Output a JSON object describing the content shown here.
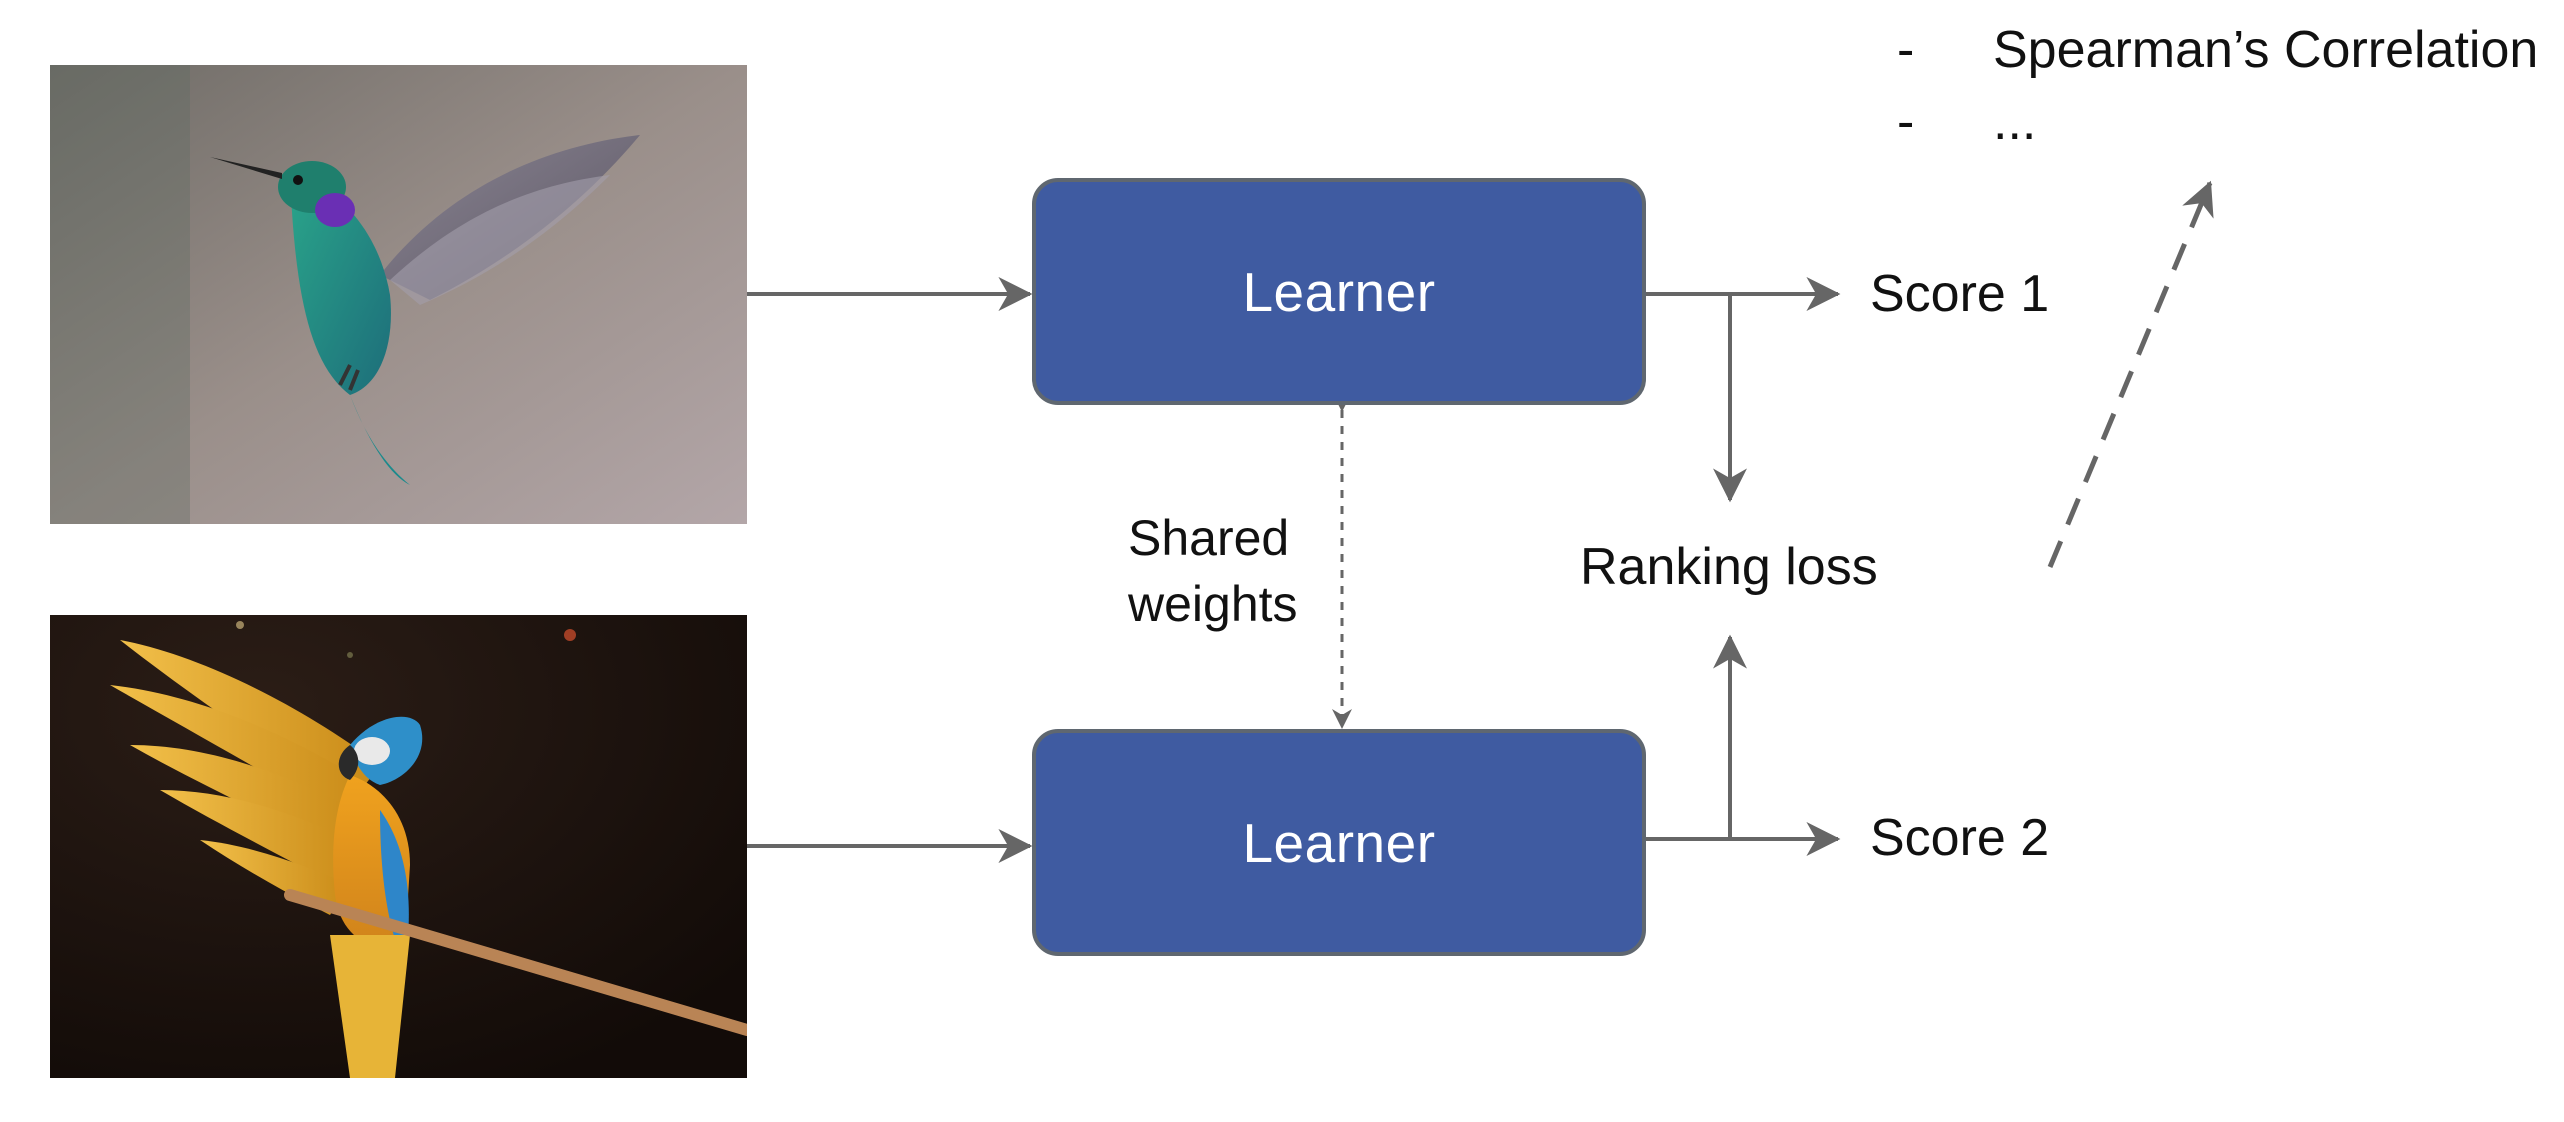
{
  "images": {
    "top": {
      "subject": "hummingbird"
    },
    "bottom": {
      "subject": "macaw parrot"
    }
  },
  "learners": {
    "top_label": "Learner",
    "bottom_label": "Learner"
  },
  "shared_weights": {
    "line1": "Shared",
    "line2": "weights"
  },
  "scores": {
    "score1": "Score 1",
    "score2": "Score 2"
  },
  "ranking_loss": "Ranking loss",
  "metrics": {
    "items": [
      {
        "bullet": "-",
        "text": "Spearman’s Correlation"
      },
      {
        "bullet": "-",
        "text": "..."
      }
    ]
  },
  "colors": {
    "learner_fill": "#3f5ba1",
    "learner_border": "#5f6770",
    "arrow": "#666666"
  }
}
